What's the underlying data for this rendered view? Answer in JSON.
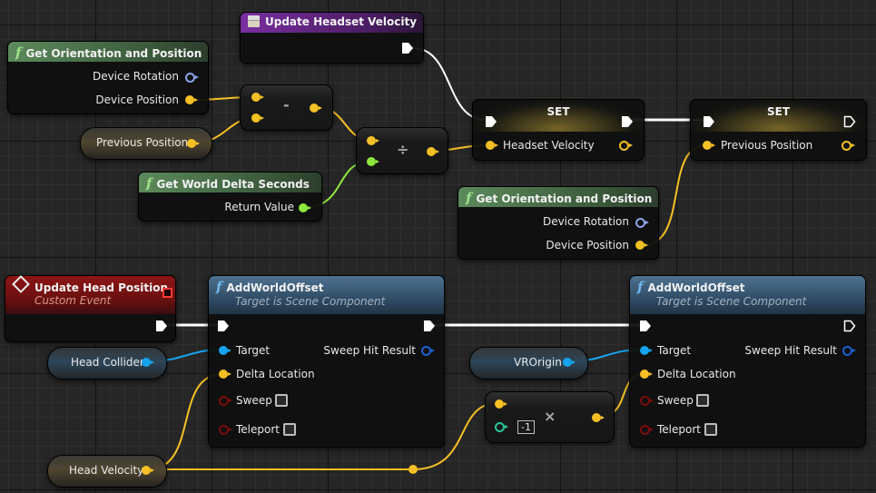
{
  "graph": {
    "nodes": {
      "update_headset_velocity": {
        "title": "Update Headset Velocity",
        "icon": "event-icon"
      },
      "get_orientation_1": {
        "title": "Get Orientation and Position",
        "icon": "function-icon",
        "pins": [
          "Device Rotation",
          "Device Position"
        ]
      },
      "previous_position_var": {
        "label": "Previous Position"
      },
      "subtract": {
        "symbol": "-"
      },
      "divide": {
        "symbol": "÷"
      },
      "get_world_delta": {
        "title": "Get World Delta Seconds",
        "icon": "function-icon",
        "pins": [
          "Return Value"
        ]
      },
      "set_headset_velocity": {
        "title": "SET",
        "pin": "Headset Velocity"
      },
      "set_previous_position": {
        "title": "SET",
        "pin": "Previous Position"
      },
      "get_orientation_2": {
        "title": "Get Orientation and Position",
        "icon": "function-icon",
        "pins": [
          "Device Rotation",
          "Device Position"
        ]
      },
      "update_head_position": {
        "title": "Update Head Position",
        "subtitle": "Custom Event"
      },
      "add_world_offset_1": {
        "title": "AddWorldOffset",
        "subtitle": "Target is Scene Component",
        "pins": [
          "Target",
          "Delta Location",
          "Sweep",
          "Teleport"
        ],
        "output": "Sweep Hit Result",
        "sweep": false,
        "teleport": false
      },
      "head_collider_var": {
        "label": "Head Collider"
      },
      "head_velocity_var": {
        "label": "Head Velocity"
      },
      "vrorigin_var": {
        "label": "VROrigin"
      },
      "multiply": {
        "symbol": "×",
        "value": "-1"
      },
      "add_world_offset_2": {
        "title": "AddWorldOffset",
        "subtitle": "Target is Scene Component",
        "pins": [
          "Target",
          "Delta Location",
          "Sweep",
          "Teleport"
        ],
        "output": "Sweep Hit Result",
        "sweep": false,
        "teleport": false
      }
    },
    "colors": {
      "vector": "#f5c025",
      "float": "#8ee83c",
      "object": "#16a3ee",
      "exec": "#ffffff",
      "rotator": "#8ea3ea",
      "bool": "#7a0d0d",
      "int": "#26c39a"
    }
  }
}
